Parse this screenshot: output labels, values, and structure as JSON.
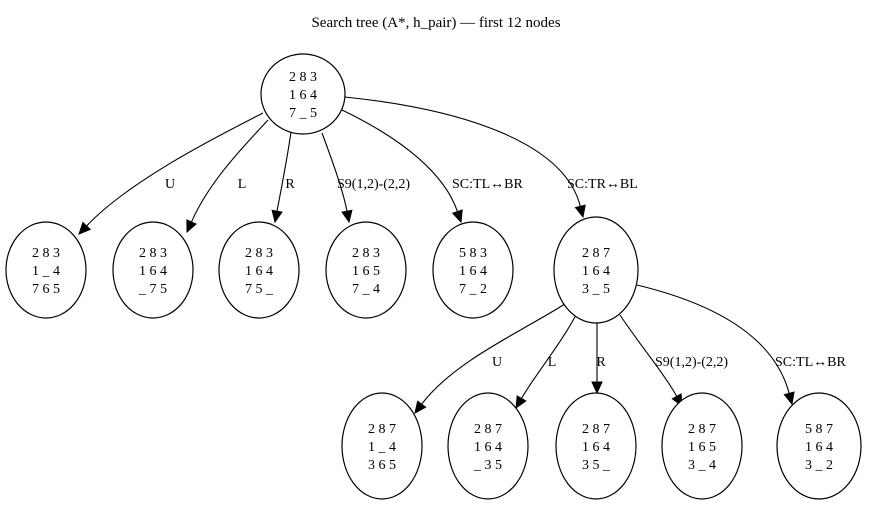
{
  "title": "Search tree (A*, h_pair) — first 12 nodes",
  "nodes": [
    {
      "id": "n0",
      "rows": [
        "2 8 3",
        "1 6 4",
        "7 _ 5"
      ]
    },
    {
      "id": "n1",
      "rows": [
        "2 8 3",
        "1 _ 4",
        "7 6 5"
      ]
    },
    {
      "id": "n2",
      "rows": [
        "2 8 3",
        "1 6 4",
        "_ 7 5"
      ]
    },
    {
      "id": "n3",
      "rows": [
        "2 8 3",
        "1 6 4",
        "7 5 _"
      ]
    },
    {
      "id": "n4",
      "rows": [
        "2 8 3",
        "1 6 5",
        "7 _ 4"
      ]
    },
    {
      "id": "n5",
      "rows": [
        "5 8 3",
        "1 6 4",
        "7 _ 2"
      ]
    },
    {
      "id": "n6",
      "rows": [
        "2 8 7",
        "1 6 4",
        "3 _ 5"
      ]
    },
    {
      "id": "n7",
      "rows": [
        "2 8 7",
        "1 _ 4",
        "3 6 5"
      ]
    },
    {
      "id": "n8",
      "rows": [
        "2 8 7",
        "1 6 4",
        "_ 3 5"
      ]
    },
    {
      "id": "n9",
      "rows": [
        "2 8 7",
        "1 6 4",
        "3 5 _"
      ]
    },
    {
      "id": "n10",
      "rows": [
        "2 8 7",
        "1 6 5",
        "3 _ 4"
      ]
    },
    {
      "id": "n11",
      "rows": [
        "5 8 7",
        "1 6 4",
        "3 _ 2"
      ]
    }
  ],
  "edges": [
    {
      "from": "n0",
      "to": "n1",
      "label": "U"
    },
    {
      "from": "n0",
      "to": "n2",
      "label": "L"
    },
    {
      "from": "n0",
      "to": "n3",
      "label": "R"
    },
    {
      "from": "n0",
      "to": "n4",
      "label": "S9(1,2)-(2,2)"
    },
    {
      "from": "n0",
      "to": "n5",
      "label": "SC:TL↔BR"
    },
    {
      "from": "n0",
      "to": "n6",
      "label": "SC:TR↔BL"
    },
    {
      "from": "n6",
      "to": "n7",
      "label": "U"
    },
    {
      "from": "n6",
      "to": "n8",
      "label": "L"
    },
    {
      "from": "n6",
      "to": "n9",
      "label": "R"
    },
    {
      "from": "n6",
      "to": "n10",
      "label": "S9(1,2)-(2,2)"
    },
    {
      "from": "n6",
      "to": "n11",
      "label": "SC:TL↔BR"
    }
  ]
}
